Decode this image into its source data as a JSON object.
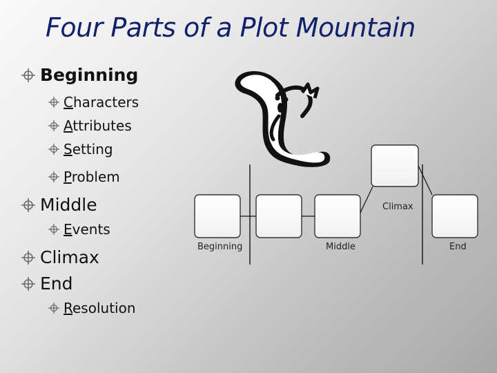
{
  "slide": {
    "title": "Four Parts of a Plot Mountain",
    "outline": {
      "beginning": "Beginning",
      "characters": "Characters",
      "attributes": "Attributes",
      "setting": "Setting",
      "problem": "Problem",
      "middle": "Middle",
      "events": "Events",
      "climax": "Climax",
      "end": "End",
      "resolution": "Resolution"
    },
    "icons": {
      "bullet": "crosshair-bullet-icon",
      "clipart": "ghost-icon"
    }
  },
  "diagram": {
    "labels": {
      "beginning": "Beginning",
      "middle": "Middle",
      "climax": "Climax",
      "end": "End"
    }
  },
  "colors": {
    "title": "#10206a",
    "text": "#111111"
  }
}
